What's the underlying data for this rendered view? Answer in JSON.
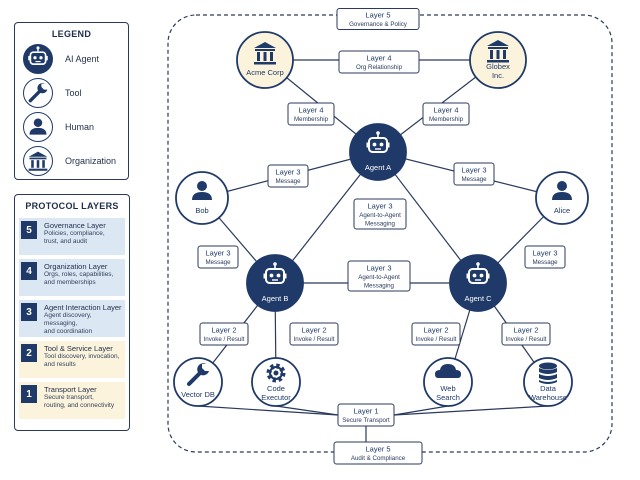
{
  "legend": {
    "title": "LEGEND",
    "items": [
      {
        "label": "AI Agent",
        "icon": "robot-icon"
      },
      {
        "label": "Tool",
        "icon": "wrench-icon"
      },
      {
        "label": "Human",
        "icon": "person-icon"
      },
      {
        "label": "Organization",
        "icon": "building-icon"
      }
    ]
  },
  "protocol_layers": {
    "title": "PROTOCOL LAYERS",
    "items": [
      {
        "number": "5",
        "name": "Governance Layer",
        "desc": [
          "Policies, compliance,",
          "trust, and audit"
        ],
        "bg": "#dbe7f3"
      },
      {
        "number": "4",
        "name": "Organization Layer",
        "desc": [
          "Orgs, roles, capabilities,",
          "and memberships"
        ],
        "bg": "#dbe7f3"
      },
      {
        "number": "3",
        "name": "Agent Interaction Layer",
        "desc": [
          "Agent discovery, messaging,",
          "and coordination"
        ],
        "bg": "#dbe7f3"
      },
      {
        "number": "2",
        "name": "Tool & Service Layer",
        "desc": [
          "Tool discovery, invocation,",
          "and results"
        ],
        "bg": "#fbf3dc"
      },
      {
        "number": "1",
        "name": "Transport Layer",
        "desc": [
          "Secure transport,",
          "routing, and connectivity"
        ],
        "bg": "#fbf3dc"
      }
    ]
  },
  "diagram": {
    "colors": {
      "navy": "#1f3a68",
      "line": "#2a3a5c",
      "org_fill": "#fbf3dc",
      "agent_fill": "#1f3a68",
      "circle_fill": "#ffffff"
    },
    "nodes": [
      {
        "id": "acme",
        "label": [
          "Acme Corp"
        ],
        "kind": "organization",
        "icon": "building-icon"
      },
      {
        "id": "globex",
        "label": [
          "Globex",
          "Inc."
        ],
        "kind": "organization",
        "icon": "building-icon"
      },
      {
        "id": "agent_a",
        "label": [
          "Agent A"
        ],
        "kind": "agent",
        "icon": "robot-icon"
      },
      {
        "id": "agent_b",
        "label": [
          "Agent B"
        ],
        "kind": "agent",
        "icon": "robot-icon"
      },
      {
        "id": "agent_c",
        "label": [
          "Agent C"
        ],
        "kind": "agent",
        "icon": "robot-icon"
      },
      {
        "id": "bob",
        "label": [
          "Bob"
        ],
        "kind": "human",
        "icon": "person-icon"
      },
      {
        "id": "alice",
        "label": [
          "Alice"
        ],
        "kind": "human",
        "icon": "person-icon"
      },
      {
        "id": "vector_db",
        "label": [
          "Vector DB"
        ],
        "kind": "tool",
        "icon": "wrench-icon"
      },
      {
        "id": "code_exec",
        "label": [
          "Code",
          "Executor"
        ],
        "kind": "tool",
        "icon": "gear-icon"
      },
      {
        "id": "web_search",
        "label": [
          "Web",
          "Search"
        ],
        "kind": "tool",
        "icon": "cloud-icon"
      },
      {
        "id": "data_wh",
        "label": [
          "Data",
          "Warehouse"
        ],
        "kind": "tool",
        "icon": "database-icon"
      }
    ],
    "edges": [
      {
        "from": "acme",
        "to": "globex"
      },
      {
        "from": "acme",
        "to": "agent_a"
      },
      {
        "from": "globex",
        "to": "agent_a"
      },
      {
        "from": "agent_a",
        "to": "bob"
      },
      {
        "from": "agent_a",
        "to": "alice"
      },
      {
        "from": "agent_a",
        "to": "agent_b"
      },
      {
        "from": "agent_a",
        "to": "agent_c"
      },
      {
        "from": "agent_b",
        "to": "agent_c"
      },
      {
        "from": "bob",
        "to": "agent_b"
      },
      {
        "from": "alice",
        "to": "agent_c"
      },
      {
        "from": "agent_b",
        "to": "vector_db"
      },
      {
        "from": "agent_b",
        "to": "code_exec"
      },
      {
        "from": "agent_c",
        "to": "web_search"
      },
      {
        "from": "agent_c",
        "to": "data_wh"
      }
    ],
    "labels": [
      {
        "id": "gov_top",
        "title": "Layer 5",
        "sub": [
          "Governance & Policy"
        ]
      },
      {
        "id": "org_rel",
        "title": "Layer 4",
        "sub": [
          "Org Relationship"
        ]
      },
      {
        "id": "mem_left",
        "title": "Layer 4",
        "sub": [
          "Membership"
        ]
      },
      {
        "id": "mem_right",
        "title": "Layer 4",
        "sub": [
          "Membership"
        ]
      },
      {
        "id": "msg_bob_a",
        "title": "Layer 3",
        "sub": [
          "Message"
        ]
      },
      {
        "id": "msg_a_alice",
        "title": "Layer 3",
        "sub": [
          "Message"
        ]
      },
      {
        "id": "a2a_top",
        "title": "Layer 3",
        "sub": [
          "Agent-to-Agent",
          "Messaging"
        ]
      },
      {
        "id": "msg_bob_b",
        "title": "Layer 3",
        "sub": [
          "Message"
        ]
      },
      {
        "id": "msg_alice_c",
        "title": "Layer 3",
        "sub": [
          "Message"
        ]
      },
      {
        "id": "a2a_mid",
        "title": "Layer 3",
        "sub": [
          "Agent-to-Agent",
          "Messaging"
        ]
      },
      {
        "id": "inv_b1",
        "title": "Layer 2",
        "sub": [
          "Invoke / Result"
        ]
      },
      {
        "id": "inv_b2",
        "title": "Layer 2",
        "sub": [
          "Invoke / Result"
        ]
      },
      {
        "id": "inv_c1",
        "title": "Layer 2",
        "sub": [
          "Invoke / Result"
        ]
      },
      {
        "id": "inv_c2",
        "title": "Layer 2",
        "sub": [
          "Invoke / Result"
        ]
      },
      {
        "id": "transport",
        "title": "Layer 1",
        "sub": [
          "Secure Transport"
        ]
      },
      {
        "id": "gov_bottom",
        "title": "Layer 5",
        "sub": [
          "Audit & Compliance"
        ]
      }
    ]
  }
}
